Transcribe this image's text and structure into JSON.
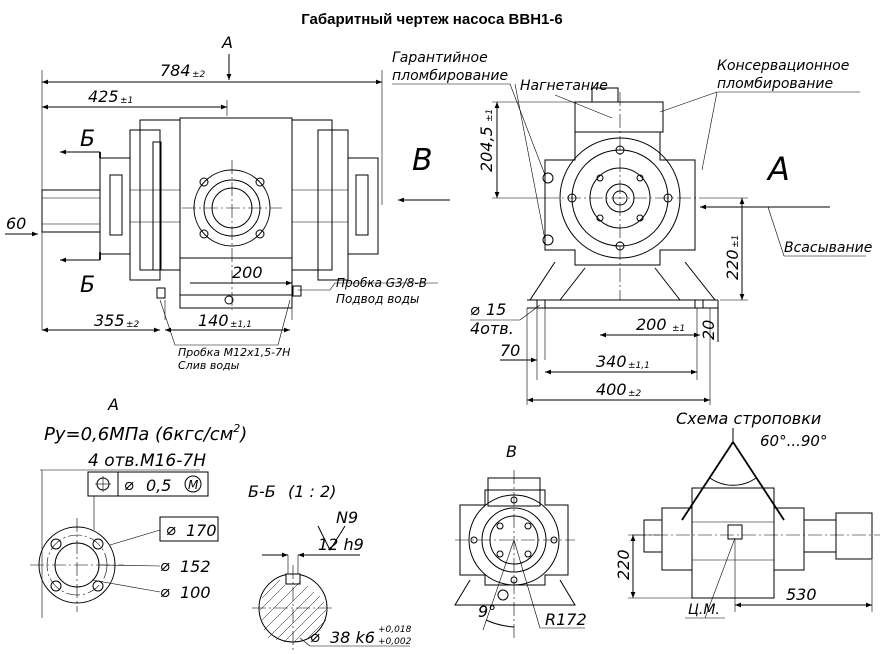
{
  "title": "Габаритный чертеж насоса ВВН1-6",
  "view_labels": {
    "a": "А",
    "b": "Б",
    "v": "В"
  },
  "main_view": {
    "dim_784": "784",
    "tol_784": "±2",
    "dim_425": "425",
    "tol_425": "±1",
    "dim_60": "60",
    "dim_355": "355",
    "tol_355": "±2",
    "dim_200": "200",
    "dim_140": "140",
    "tol_140": "±1,1",
    "note_probka_g": "Пробка G3/8-В",
    "note_podvod": "Подвод воды",
    "note_probka_m": "Пробка М12х1,5-7Н",
    "note_sliv": "Слив воды"
  },
  "side_view": {
    "note_garant_1": "Гарантийное",
    "note_garant_2": "пломбирование",
    "note_nagnetanie": "Нагнетание",
    "note_konserv_1": "Консервационное",
    "note_konserv_2": "пломбирование",
    "note_vsasyvanie": "Всасывание",
    "dim_204_5": "204,5",
    "tol_204_5": "±1",
    "dim_220": "220",
    "tol_220": "±1",
    "dim_d15": "15",
    "note_4otv": "4отв.",
    "dim_20": "20",
    "dim_200": "200",
    "tol_200": "±1",
    "dim_70": "70",
    "dim_340": "340",
    "tol_340": "±1,1",
    "dim_400": "400",
    "tol_400": "±2"
  },
  "view_a": {
    "pressure": "Ру=0,6МПа (6кгс/см",
    "pressure_sup": "2",
    "pressure_close": ")",
    "holes": "4 отв.М16-7Н",
    "tol_value": "0,5",
    "tol_mod": "M",
    "d170": "170",
    "d152": "152",
    "d100": "100"
  },
  "section_bb": {
    "label": "Б-Б",
    "scale": "(1 : 2)",
    "n9": "N9",
    "h9": "12 h9",
    "k6": "38 k6",
    "tol_upper": "+0,018",
    "tol_lower": "+0,002"
  },
  "view_v": {
    "angle": "9°",
    "radius": "R172"
  },
  "sling": {
    "label": "Схема строповки",
    "angle": "60°...90°",
    "dim_220": "220",
    "dim_530": "530",
    "cm": "Ц.М."
  }
}
